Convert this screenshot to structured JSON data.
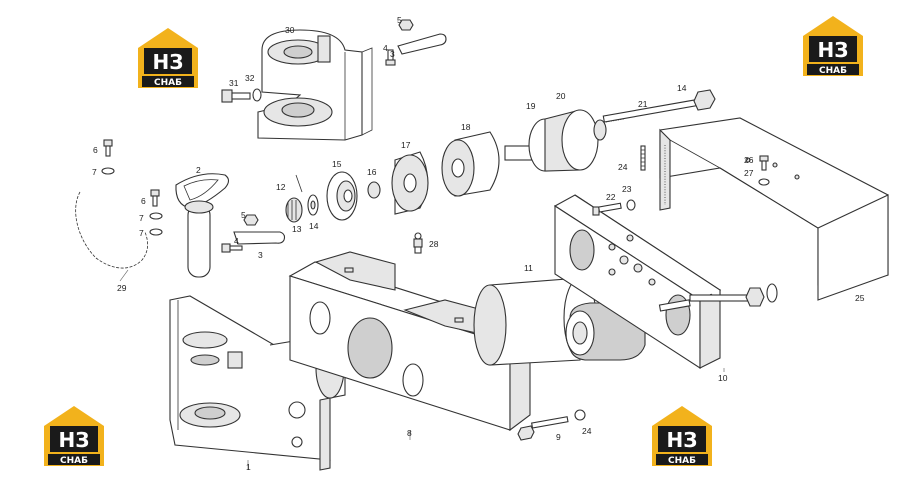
{
  "logos": [
    {
      "mark": "НЗ",
      "caption": "СНАБ"
    },
    {
      "mark": "НЗ",
      "caption": "СНАБ"
    },
    {
      "mark": "НЗ",
      "caption": "СНАБ"
    },
    {
      "mark": "НЗ",
      "caption": "СНАБ"
    }
  ],
  "labels": {
    "p1": "1",
    "p2": "2",
    "p3a": "3",
    "p3b": "3",
    "p4a": "4",
    "p4b": "4",
    "p5a": "5",
    "p5b": "5",
    "p6a": "6",
    "p6b": "6",
    "p7a": "7",
    "p7b": "7",
    "p7c": "7",
    "p8": "8",
    "p9": "9",
    "p10": "10",
    "p11": "11",
    "p12": "12",
    "p13": "13",
    "p14a": "14",
    "p14b": "14",
    "p15": "15",
    "p16": "16",
    "p17": "17",
    "p18": "18",
    "p19": "19",
    "p20": "20",
    "p21": "21",
    "p22": "22",
    "p23": "23",
    "p24a": "24",
    "p24b": "24",
    "p25": "25",
    "p26": "26",
    "p27": "27",
    "p28": "28",
    "p29": "29",
    "p30": "30",
    "p31": "31",
    "p32": "32"
  },
  "colors": {
    "logo_orange": "#f2b21c",
    "logo_dark": "#1a1a1a",
    "line": "#333333"
  }
}
